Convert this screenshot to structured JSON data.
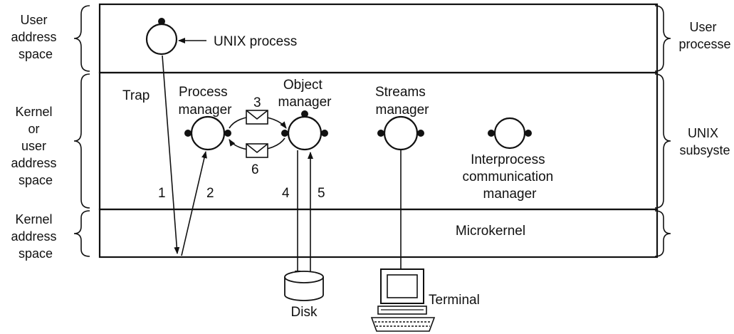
{
  "left_labels": {
    "user_space": [
      "User",
      "address",
      "space"
    ],
    "kernel_or_user_space": [
      "Kernel",
      "or",
      "user",
      "address",
      "space"
    ],
    "kernel_space": [
      "Kernel",
      "address",
      "space"
    ]
  },
  "right_labels": {
    "user_processes": [
      "User",
      "processe"
    ],
    "unix_subsystem": [
      "UNIX",
      "subsyste"
    ]
  },
  "components": {
    "unix_process": "UNIX process",
    "trap": "Trap",
    "process_manager": [
      "Process",
      "manager"
    ],
    "object_manager": [
      "Object",
      "manager"
    ],
    "streams_manager": [
      "Streams",
      "manager"
    ],
    "ipc_manager": [
      "Interprocess",
      "communication",
      "manager"
    ],
    "microkernel": "Microkernel",
    "disk": "Disk",
    "terminal": "Terminal"
  },
  "steps": [
    "1",
    "2",
    "3",
    "4",
    "5",
    "6"
  ]
}
